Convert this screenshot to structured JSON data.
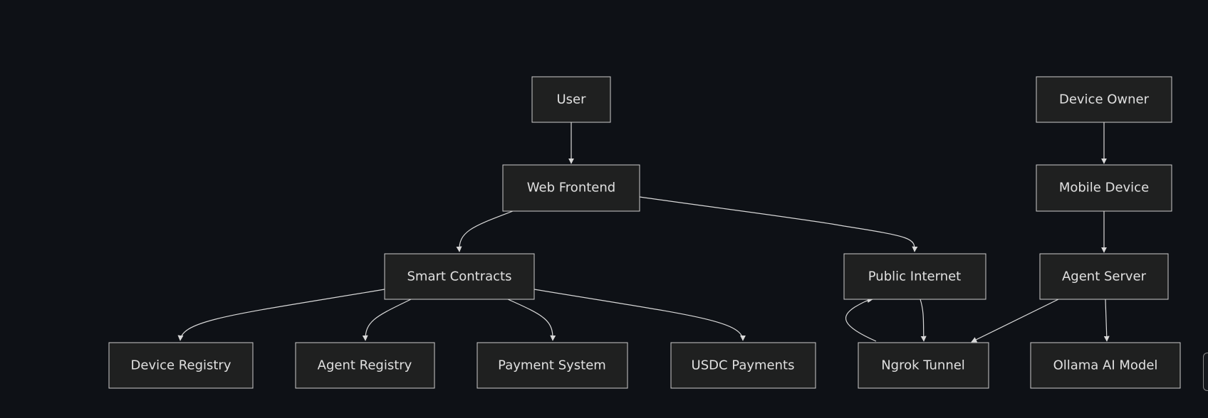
{
  "nodes": {
    "user": "User",
    "device_owner": "Device Owner",
    "web_frontend": "Web Frontend",
    "mobile_device": "Mobile Device",
    "smart_contracts": "Smart Contracts",
    "public_internet": "Public Internet",
    "agent_server": "Agent Server",
    "device_registry": "Device Registry",
    "agent_registry": "Agent Registry",
    "payment_system": "Payment System",
    "usdc_payments": "USDC Payments",
    "ngrok_tunnel": "Ngrok Tunnel",
    "ollama_ai_model": "Ollama AI Model"
  },
  "edges": [
    [
      "user",
      "web_frontend"
    ],
    [
      "web_frontend",
      "smart_contracts"
    ],
    [
      "web_frontend",
      "public_internet"
    ],
    [
      "smart_contracts",
      "device_registry"
    ],
    [
      "smart_contracts",
      "agent_registry"
    ],
    [
      "smart_contracts",
      "payment_system"
    ],
    [
      "smart_contracts",
      "usdc_payments"
    ],
    [
      "device_owner",
      "mobile_device"
    ],
    [
      "mobile_device",
      "agent_server"
    ],
    [
      "agent_server",
      "ngrok_tunnel"
    ],
    [
      "agent_server",
      "ollama_ai_model"
    ],
    [
      "ngrok_tunnel",
      "public_internet"
    ],
    [
      "public_internet",
      "ngrok_tunnel"
    ]
  ],
  "colors": {
    "background": "#0e1116",
    "node_fill": "#1f2020",
    "node_stroke": "#cccccc",
    "edge": "#d9d9d9",
    "text": "#e0e0e0"
  }
}
